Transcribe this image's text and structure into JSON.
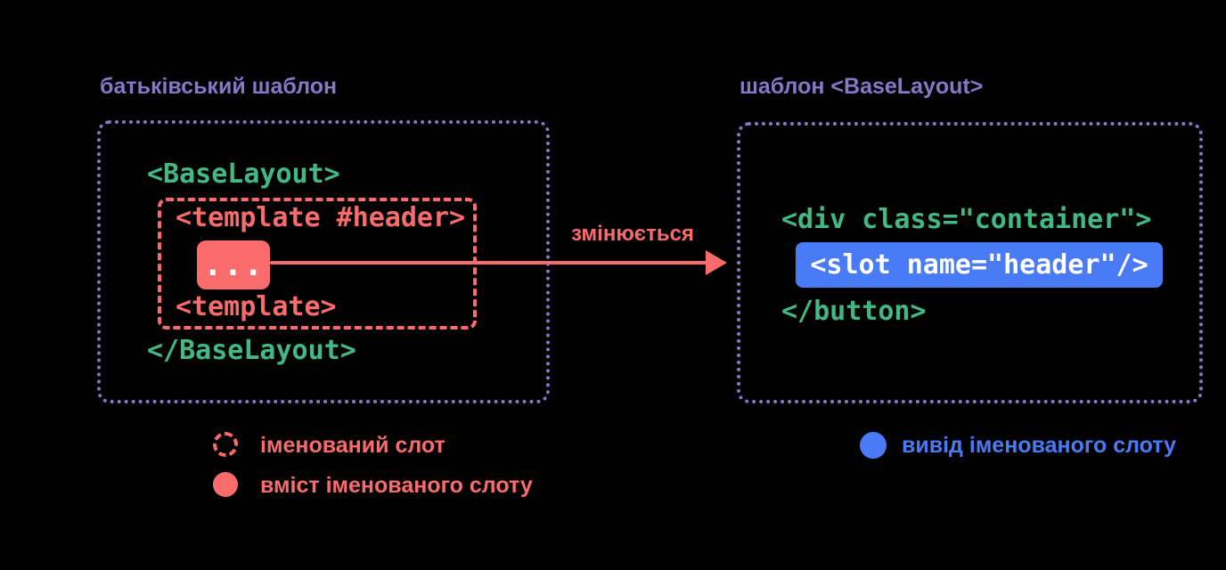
{
  "colors": {
    "background": "#000000",
    "purple": "#8677c9",
    "green": "#42b883",
    "salmon": "#fa6b6b",
    "blue": "#4a7bf7",
    "white": "#ffffff"
  },
  "parent_section": {
    "title": "батьківський шаблон",
    "code_open": "<BaseLayout>",
    "named_slot": {
      "template_open": "<template #header>",
      "slot_content_dots": "...",
      "template_close": "<template>"
    },
    "code_close": "</BaseLayout>"
  },
  "arrow": {
    "label": "змінюється"
  },
  "base_layout_section": {
    "title": "шаблон <BaseLayout>",
    "code_open": "<div class=\"container\">",
    "slot_output": "<slot name=\"header\"/>",
    "code_close": "</button>"
  },
  "legend": {
    "named_slot_label": "іменований слот",
    "slot_content_label": "вміст іменованого слоту",
    "slot_output_label": "вивід іменованого слоту"
  }
}
